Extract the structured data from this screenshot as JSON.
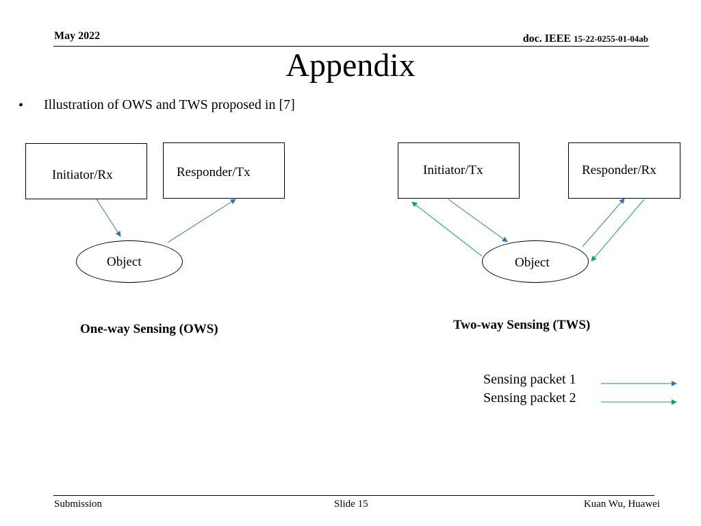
{
  "header": {
    "date": "May 2022",
    "doc_prefix": "doc. IEEE ",
    "doc_number": "15-22-0255-01-04ab"
  },
  "title": "Appendix",
  "bullet": {
    "marker": "•",
    "text": "Illustration of OWS and TWS proposed in [7]"
  },
  "ows": {
    "initiator": "Initiator/Rx",
    "responder": "Responder/Tx",
    "object": "Object",
    "caption": "One-way Sensing (OWS)"
  },
  "tws": {
    "initiator": "Initiator/Tx",
    "responder": "Responder/Rx",
    "object": "Object",
    "caption": "Two-way Sensing (TWS)"
  },
  "legend": {
    "packet1": {
      "label": "Sensing packet 1",
      "color": "#2E75B6"
    },
    "packet2": {
      "label": "Sensing packet 2",
      "color": "#00B050"
    }
  },
  "footer": {
    "left": "Submission",
    "center": "Slide 15",
    "right": "Kuan Wu, Huawei"
  }
}
